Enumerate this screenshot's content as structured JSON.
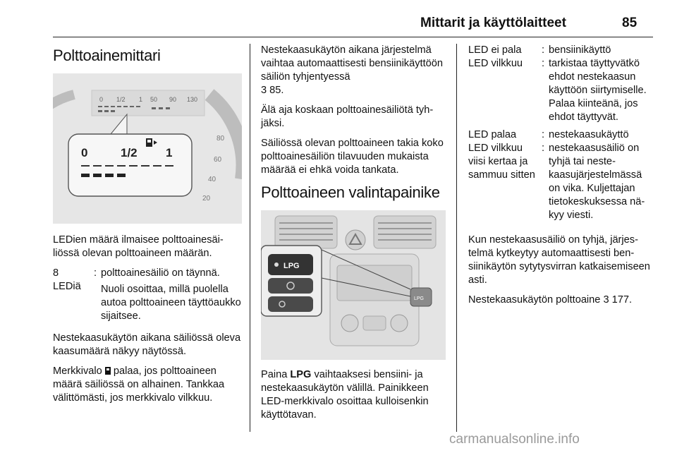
{
  "header": {
    "title": "Mittarit ja käyttölaitteet",
    "page": "85"
  },
  "col1": {
    "heading": "Polttoainemittari",
    "gauge": {
      "labels": [
        "0",
        "1/2",
        "1"
      ],
      "scale_small": [
        "0",
        "1/2",
        "1",
        "50",
        "90",
        "130"
      ],
      "ticks_right": [
        "80",
        "60",
        "40",
        "20"
      ],
      "fuel_level": 0.5
    },
    "caption": "LEDien määrä ilmaisee polttoainesäi­liössä olevan polttoaineen määrän.",
    "list": [
      {
        "term": "8",
        "sep": ":",
        "desc": "polttoainesäiliö on täynnä."
      },
      {
        "term": "LEDiä",
        "sep": "",
        "desc": "Nuoli osoittaa, millä puo­lella autoa polttoaineen täyttöaukko sijaitsee."
      }
    ],
    "p1": "Nestekaasukäytön aikana säiliössä oleva kaasumäärä näkyy näytössä.",
    "p2a": "Merkkivalo",
    "p2b": "palaa, jos polttoaineen määrä säiliössä on alhainen. Tank­kaa välittömästi, jos merkkivalo vilk­kuu."
  },
  "col2": {
    "p1": "Nestekaasukäytön aikana järjes­telmä vaihtaa automaattisesti bensii­nikäyttöön säiliön tyhjentyessä",
    "p1ref": "3 85.",
    "p2": "Älä aja koskaan polttoainesäiliötä tyh­jäksi.",
    "p3": "Säiliössä olevan polttoaineen takia koko polttoainesäiliön tilavuuden mu­kaista määrää ei ehkä voida tankata.",
    "heading": "Polttoaineen valintapainike",
    "button_label": "LPG",
    "p4a": "Paina",
    "p4b": "LPG",
    "p4c": "vaihtaaksesi bensiini- ja nestekaasukäytön välillä. Painikkeen LED-merkkivalo osoittaa kulloisenkin käyttötavan."
  },
  "col3": {
    "list": [
      {
        "term": "LED ei pala",
        "sep": ":",
        "desc": "bensiinikäyttö"
      },
      {
        "term": "LED vilkkuu",
        "sep": ":",
        "desc": "tarkistaa täytty­vätkö ehdot neste­kaasun käyttöön siirtymiselle. Pa­laa kiinteänä, jos ehdot täyttyvät."
      },
      {
        "term": "LED palaa",
        "sep": ":",
        "desc": "nestekaasukäyttö"
      },
      {
        "term": "LED vilkkuu viisi kertaa ja sammuu sitten",
        "sep": ":",
        "desc": "nestekaasusäiliö on tyhjä tai neste­kaasujärjestel­mässä on vika. Kuljettajan tieto­keskuksessa nä­kyy viesti."
      }
    ],
    "p1": "Kun nestekaasusäiliö on tyhjä, järjes­telmä kytkeytyy automaattisesti ben­siinikäytön sytytysvirran katkaise­miseen asti.",
    "p2": "Nestekaasukäytön polttoaine",
    "p2ref": "3 177."
  },
  "watermark": "carmanualsonline.info"
}
